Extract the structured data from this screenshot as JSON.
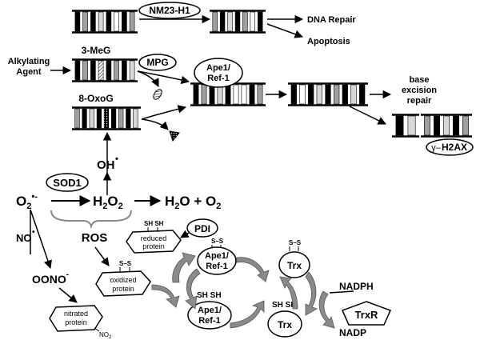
{
  "labels": {
    "nm23": "NM23-H1",
    "dna_repair": "DNA Repair",
    "apoptosis": "Apoptosis",
    "three_meg": "3-MeG",
    "alkylating_1": "Alkylating",
    "alkylating_2": "Agent",
    "mpg": "MPG",
    "ape1_top_1": "Ape1/",
    "ape1_top_2": "Ref-1",
    "base_1": "base",
    "base_2": "excision",
    "base_3": "repair",
    "oxog": "8-OxoG",
    "h2ax": "H2AX",
    "gamma": "γ–",
    "oh": "OH",
    "oh_dot": "•",
    "sod1": "SOD1",
    "o2": "O",
    "o2_sub": "2",
    "o2_sup": "•-",
    "h2o2": "H",
    "h2o2_sub1": "2",
    "h2o2_mid": "O",
    "h2o2_sub2": "2",
    "h2o_o2": "H",
    "h2o_sub": "2",
    "h2o_mid": "O + O",
    "o2_sub_final": "2",
    "ros": "ROS",
    "pdi": "PDI",
    "sh_sh": "SH SH",
    "s_s": "S–S",
    "reduced_1": "reduced",
    "reduced_2": "protein",
    "no": "NO",
    "no_dot": "•",
    "oono": "OONO",
    "oono_sup": "-",
    "oxidized_1": "oxidized",
    "oxidized_2": "protein",
    "ape1_ox_1": "Ape1/",
    "ape1_ox_2": "Ref-1",
    "trx_ox": "Trx",
    "nadph": "NADPH",
    "trxr": "TrxR",
    "nadp": "NADP",
    "ape1_red_1": "Ape1/",
    "ape1_red_2": "Ref-1",
    "trx_red": "Trx",
    "nitrated_1": "nitrated",
    "nitrated_2": "protein",
    "no2": "NO",
    "no2_sub": "2"
  },
  "colors": {
    "dark_base": "#000000",
    "gray_base": "#a0a0a0",
    "light_base": "#d8d8d8",
    "white_base": "#ffffff",
    "gray_arrow": "#8a8a8a"
  }
}
